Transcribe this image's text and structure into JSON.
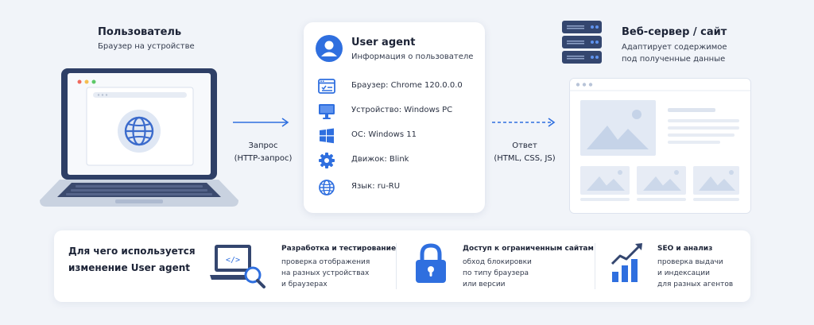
{
  "user": {
    "title": "Пользователь",
    "subtitle": "Браузер на устройстве",
    "globe_icon": "globe-icon"
  },
  "request": {
    "line1": "Запрос",
    "line2": "(HTTP-запрос)"
  },
  "user_agent": {
    "title": "User agent",
    "subtitle": "Информация о пользователе",
    "rows": [
      {
        "icon": "browser-window-icon",
        "text": "Браузер: Chrome 120.0.0.0"
      },
      {
        "icon": "monitor-icon",
        "text": "Устройство: Windows PC"
      },
      {
        "icon": "windows-logo-icon",
        "text": "ОС: Windows 11"
      },
      {
        "icon": "gear-icon",
        "text": "Движок: Blink"
      },
      {
        "icon": "globe-icon",
        "text": "Язык: ru-RU"
      }
    ]
  },
  "response": {
    "line1": "Ответ",
    "line2": "(HTML, CSS, JS)"
  },
  "server": {
    "title": "Веб-сервер / сайт",
    "subtitle_line1": "Адаптирует содержимое",
    "subtitle_line2": "под полученные данные",
    "icon": "server-rack-icon"
  },
  "uses": {
    "heading_line1": "Для чего используется",
    "heading_line2": "изменение User agent",
    "items": [
      {
        "icon": "laptop-code-search-icon",
        "title": "Разработка и тестирование",
        "desc": [
          "проверка отображения",
          "на разных устройствах",
          "и браузерах"
        ]
      },
      {
        "icon": "padlock-icon",
        "title": "Доступ к ограниченным сайтам",
        "desc": [
          "обход блокировки",
          "по типу браузера",
          "или версии"
        ]
      },
      {
        "icon": "growth-chart-icon",
        "title": "SEO и анализ",
        "desc": [
          "проверка выдачи",
          "и индексации",
          "для разных агентов"
        ]
      }
    ]
  },
  "colors": {
    "accent": "#2f6fdf",
    "dark_navy": "#34466f",
    "background": "#f1f4f9"
  }
}
